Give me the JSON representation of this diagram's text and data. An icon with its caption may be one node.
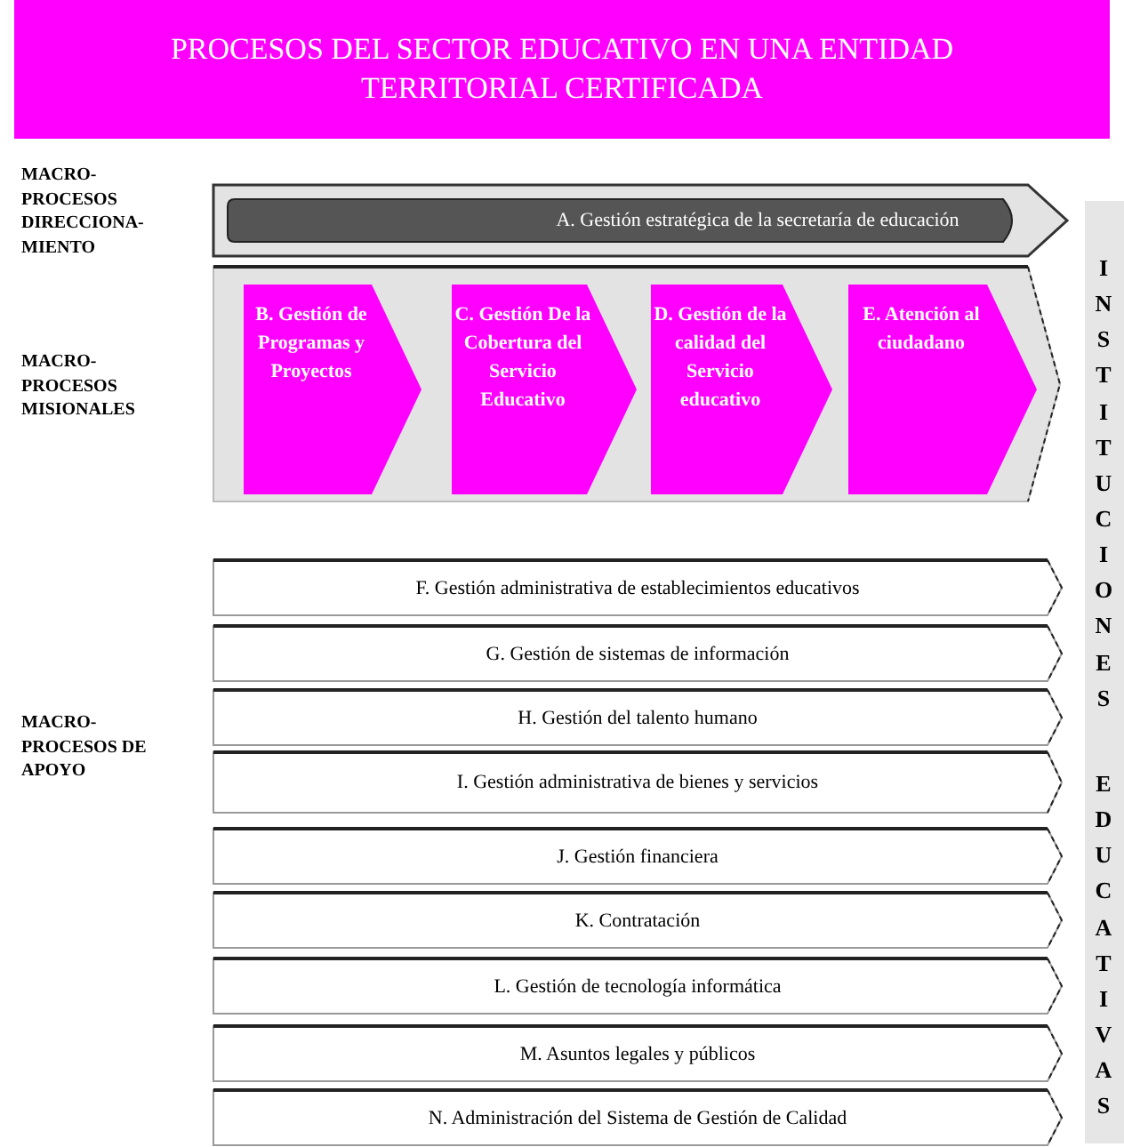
{
  "diagram": {
    "title": "PROCESOS DEL SECTOR EDUCATIVO EN UNA ENTIDAD TERRITORIAL CERTIFICADA",
    "nodes": [
      {
        "text": [],
        "shape": "arrow"
      },
      {
        "text": [
          "A. Gestión estratégica de la secretaría de educación"
        ],
        "in": 0
      },
      {
        "text": [],
        "shape": "arrow"
      },
      {
        "text": [
          "B. Gestión de Programas y Proyectos"
        ],
        "in": 2
      },
      {
        "text": [
          "C. Gestión De la Cobertura del Servicio Educativo"
        ],
        "in": 2
      },
      {
        "text": [
          "D. Gestión de la calidad del Servicio educativo"
        ],
        "in": 2
      },
      {
        "text": [
          "E. Atención al ciudadano"
        ],
        "in": 2
      },
      {
        "text": [
          "F. Gestión administrativa de establecimientos educativos"
        ]
      },
      {
        "text": [
          "G. Gestión de sistemas de información"
        ]
      },
      {
        "text": [
          "H. Gestión del talento humano"
        ]
      },
      {
        "text": [
          "I. Gestión administrativa de bienes y servicios"
        ]
      },
      {
        "text": [
          "J. Gestión financiera"
        ]
      },
      {
        "text": [
          "K. Contratación"
        ]
      },
      {
        "text": [
          "L. Gestión de tecnología informática"
        ]
      },
      {
        "text": [
          "M. Asuntos legales y públicos"
        ]
      },
      {
        "text": [
          "N. Administración del Sistema de Gestión de Calidad"
        ]
      },
      {
        "text": [
          "INSTITUCIONES",
          "EDUCATIVAS"
        ]
      }
    ],
    "labels": [
      "MACRO- PROCESOS DIRECCIONA- MIENTO",
      "MACRO- PROCESOS MISIONALES",
      "MACRO- PROCESOS DE APOYO"
    ]
  }
}
